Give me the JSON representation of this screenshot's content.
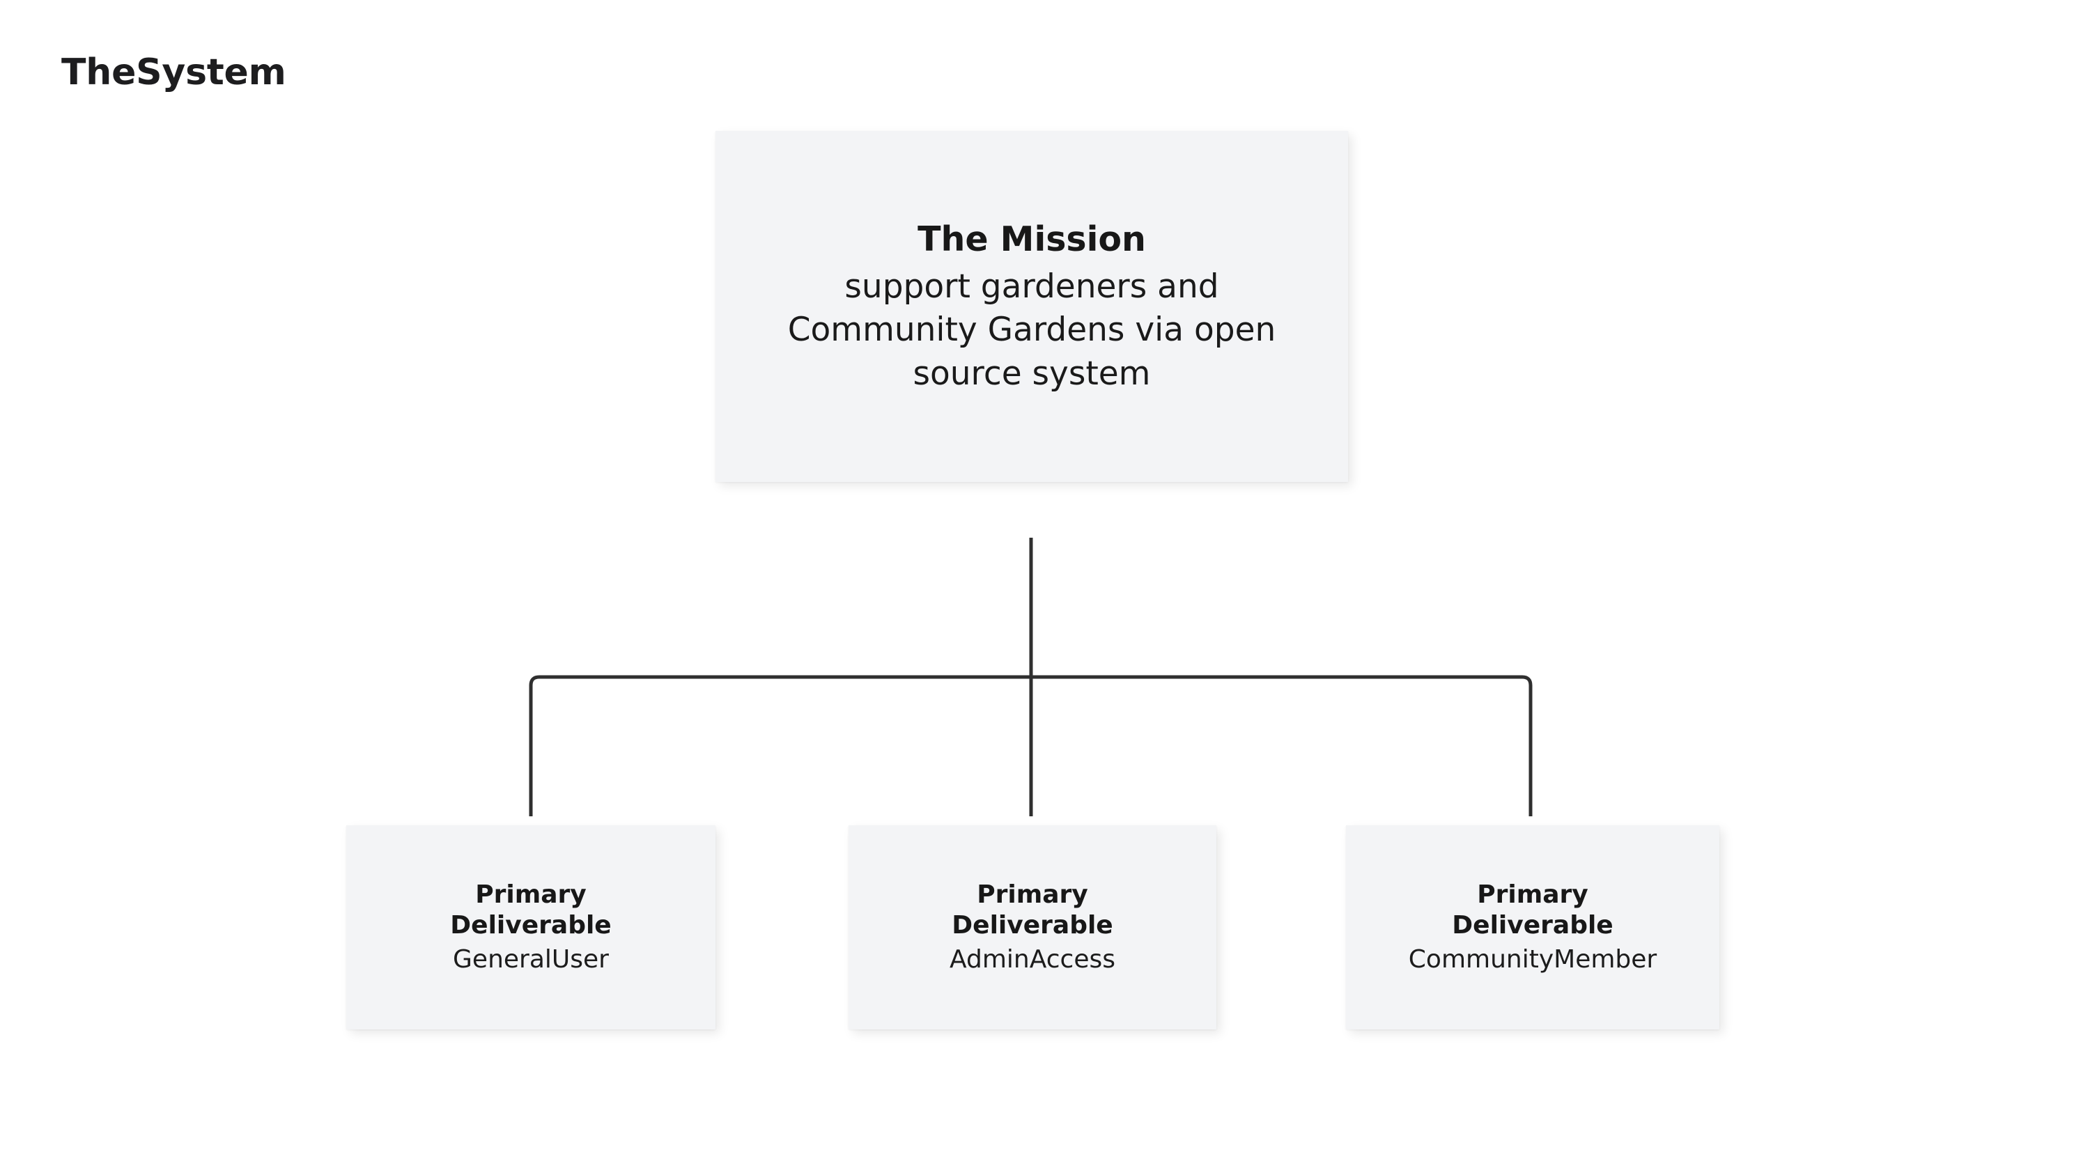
{
  "page": {
    "title": "TheSystem",
    "background_color": "#ffffff"
  },
  "diagram": {
    "type": "tree",
    "node_fill_color": "#f3f4f6",
    "connector_color": "#2f2f2f",
    "text_color": "#181818",
    "root": {
      "title": "The Mission",
      "body": "support gardeners and Community Gardens via open source system"
    },
    "children": [
      {
        "title": "Primary\nDeliverable",
        "body": "GeneralUser"
      },
      {
        "title": "Primary\nDeliverable",
        "body": "AdminAccess"
      },
      {
        "title": "Primary\nDeliverable",
        "body": "CommunityMember"
      }
    ]
  }
}
